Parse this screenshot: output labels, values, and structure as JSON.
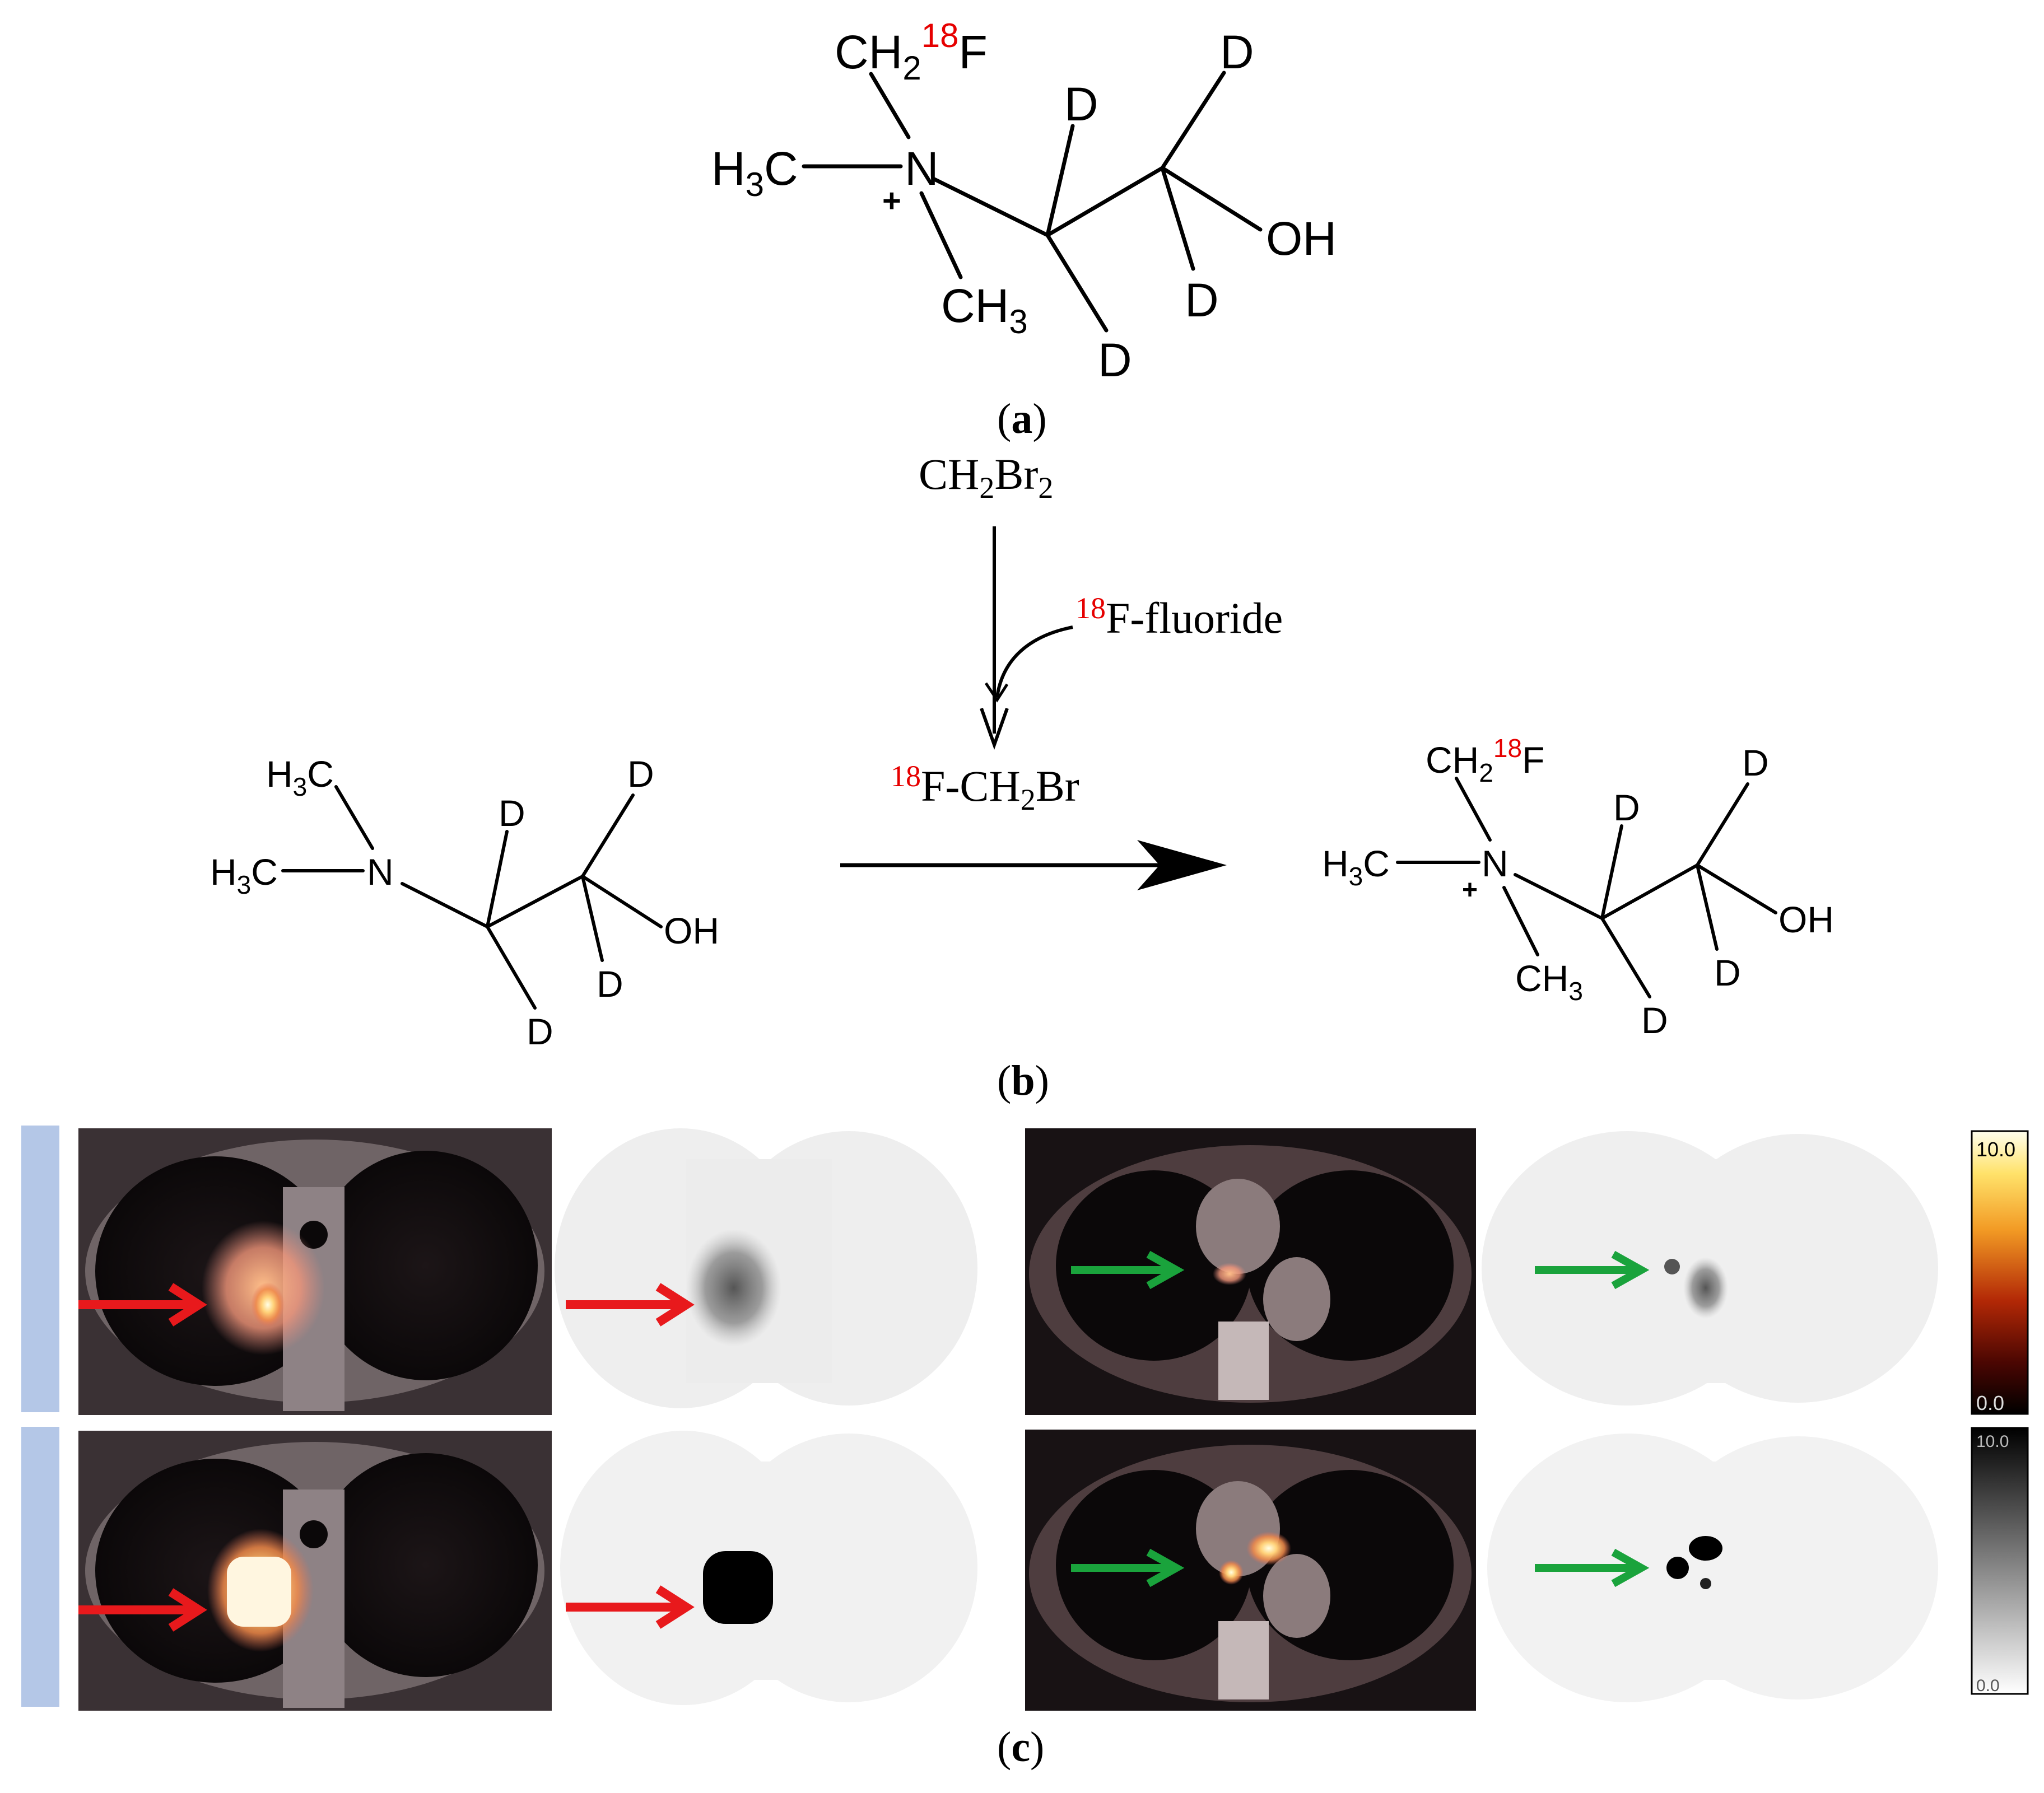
{
  "panel_a": {
    "label": "a",
    "atoms": {
      "ch2": "CH",
      "sub2": "2",
      "iso18": "18",
      "f": "F",
      "h3c_h": "H",
      "h3c_3": "3",
      "h3c_c": "C",
      "n": "N",
      "plus": "+",
      "ch3_c": "CH",
      "ch3_3": "3",
      "d1": "D",
      "d2": "D",
      "d3": "D",
      "d4": "D",
      "oh": "OH"
    }
  },
  "panel_b": {
    "label": "b",
    "reagent_top": {
      "main": "CH",
      "s1": "2",
      "br": "Br",
      "s2": "2"
    },
    "fluoride": {
      "iso": "18",
      "text": "F-fluoride"
    },
    "intermediate": {
      "iso": "18",
      "f": "F-CH",
      "s": "2",
      "br": "Br"
    },
    "reactant": {
      "h3c1_h": "H",
      "h3c1_3": "3",
      "h3c1_c": "C",
      "h3c2_h": "H",
      "h3c2_3": "3",
      "h3c2_c": "C",
      "n": "N",
      "d1": "D",
      "d2": "D",
      "d3": "D",
      "d4": "D",
      "oh": "OH"
    },
    "product": {
      "ch2": "CH",
      "sub2": "2",
      "iso18": "18",
      "f": "F",
      "h3c_h": "H",
      "h3c_3": "3",
      "h3c_c": "C",
      "n": "N",
      "plus": "+",
      "ch3_c": "CH",
      "ch3_3": "3",
      "d1": "D",
      "d2": "D",
      "d3": "D",
      "d4": "D",
      "oh": "OH"
    }
  },
  "panel_c": {
    "label": "c",
    "colorbar_hot": {
      "max": "10.0",
      "min": "0.0"
    },
    "colorbar_gray": {
      "max": "10.0",
      "min": "0.0"
    },
    "colors": {
      "red_arrow": "#e8191c",
      "green_arrow": "#1aa33c",
      "side_bar": "#b4c7e7"
    }
  }
}
